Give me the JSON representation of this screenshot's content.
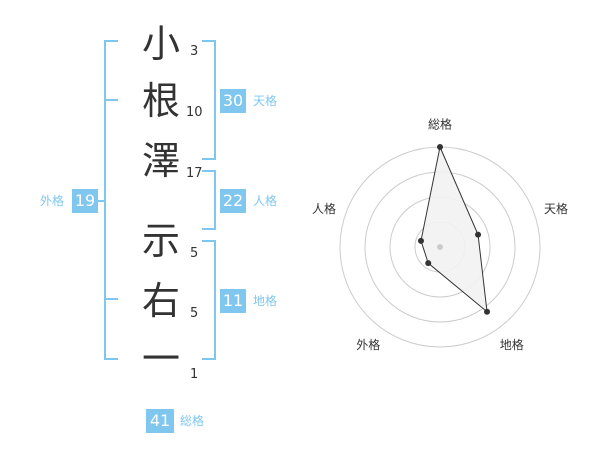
{
  "name": {
    "chars": [
      {
        "char": "小",
        "strokes": "3"
      },
      {
        "char": "根",
        "strokes": "10"
      },
      {
        "char": "澤",
        "strokes": "17"
      },
      {
        "char": "示",
        "strokes": "5"
      },
      {
        "char": "右",
        "strokes": "5"
      },
      {
        "char": "一",
        "strokes": "1"
      }
    ]
  },
  "kakusu": {
    "tenkaku": {
      "value": "30",
      "label": "天格"
    },
    "jinkaku": {
      "value": "22",
      "label": "人格"
    },
    "chikaku": {
      "value": "11",
      "label": "地格"
    },
    "gaikaku": {
      "value": "19",
      "label": "外格"
    },
    "soukaku": {
      "value": "41",
      "label": "総格"
    }
  },
  "chart_data": {
    "type": "radar",
    "axes": [
      "総格",
      "天格",
      "地格",
      "外格",
      "人格"
    ],
    "values": [
      4,
      1.6,
      3.2,
      0.8,
      0.8
    ],
    "max": 4,
    "rings": 4,
    "colors": {
      "fill": "#f2f2f2",
      "stroke": "#333333",
      "ring": "#cccccc",
      "point": "#333333",
      "center": "#cccccc"
    }
  }
}
